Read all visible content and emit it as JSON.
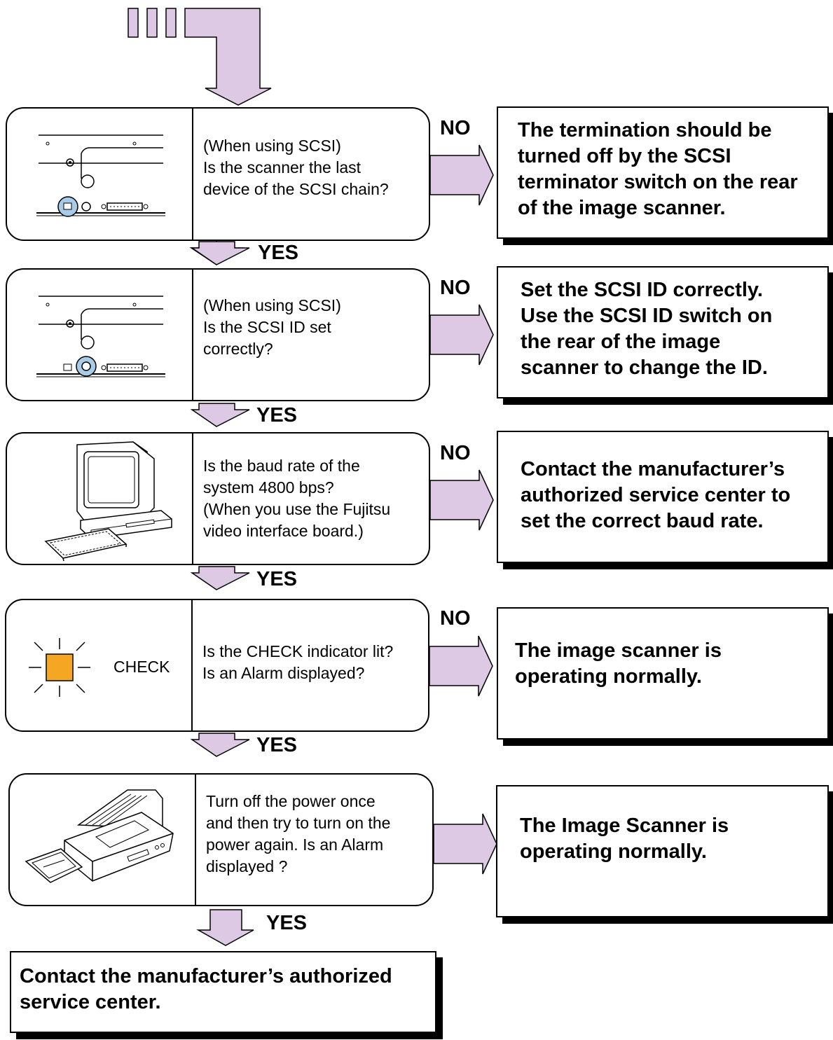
{
  "colors": {
    "arrow_fill": "#ddc9e3",
    "indicator": "#f5a623",
    "accent_blue": "#a8cce8"
  },
  "steps": [
    {
      "question": "(When using SCSI)\nIs the scanner the last\ndevice of the SCSI chain?",
      "no_label": "NO",
      "answer": "The termination should be\nturned off by the SCSI\nterminator switch on the rear\nof the image scanner.",
      "yes_label": "YES",
      "icon": "scsi-terminator-switch-icon"
    },
    {
      "question": "(When using SCSI)\nIs the SCSI ID set\ncorrectly?",
      "no_label": "NO",
      "answer": "Set the SCSI ID correctly.\nUse the SCSI ID switch on\nthe rear of the image\nscanner to change the ID.",
      "yes_label": "YES",
      "icon": "scsi-id-switch-icon"
    },
    {
      "question": "Is the baud rate of the\nsystem 4800 bps?\n(When you use the Fujitsu\nvideo interface board.)",
      "no_label": "NO",
      "answer": "Contact the manufacturer’s\nauthorized service center to\nset the correct baud rate.",
      "yes_label": "YES",
      "icon": "computer-icon"
    },
    {
      "question": "Is the CHECK indicator lit?\nIs an Alarm displayed?",
      "no_label": "NO",
      "answer": "The image scanner is\noperating normally.",
      "yes_label": "YES",
      "icon": "check-indicator-icon",
      "icon_label": "CHECK"
    },
    {
      "question": "Turn off the power once\nand then try to turn on the\npower again. Is an Alarm\ndisplayed ?",
      "no_label": "",
      "answer": "The Image Scanner is\noperating normally.",
      "yes_label": "YES",
      "icon": "image-scanner-icon"
    }
  ],
  "final_box": "Contact the manufacturer’s authorized\nservice center."
}
